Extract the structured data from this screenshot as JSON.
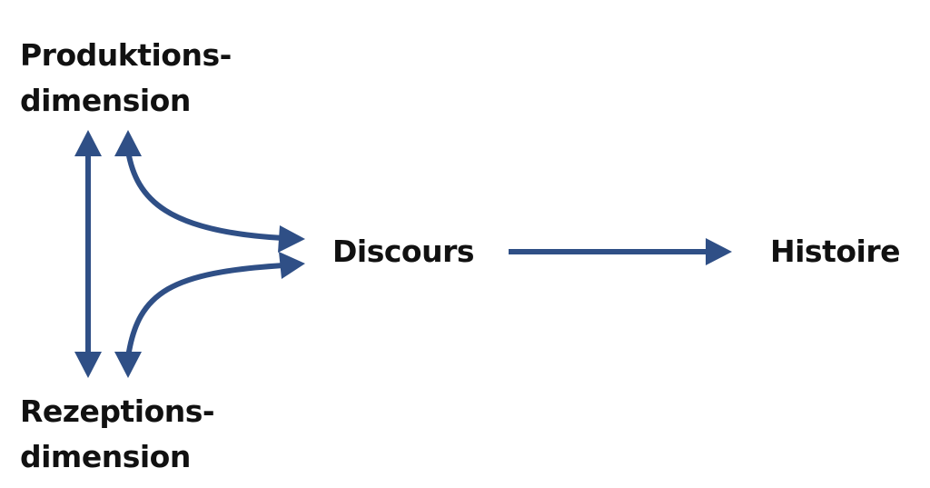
{
  "nodes": {
    "production": {
      "line1": "Produktions-",
      "line2": "dimension"
    },
    "reception": {
      "line1": "Rezeptions-",
      "line2": "dimension"
    },
    "discours": "Discours",
    "histoire": "Histoire"
  },
  "colors": {
    "arrow": "#2f4f86",
    "text": "#111111",
    "background": "#ffffff"
  }
}
